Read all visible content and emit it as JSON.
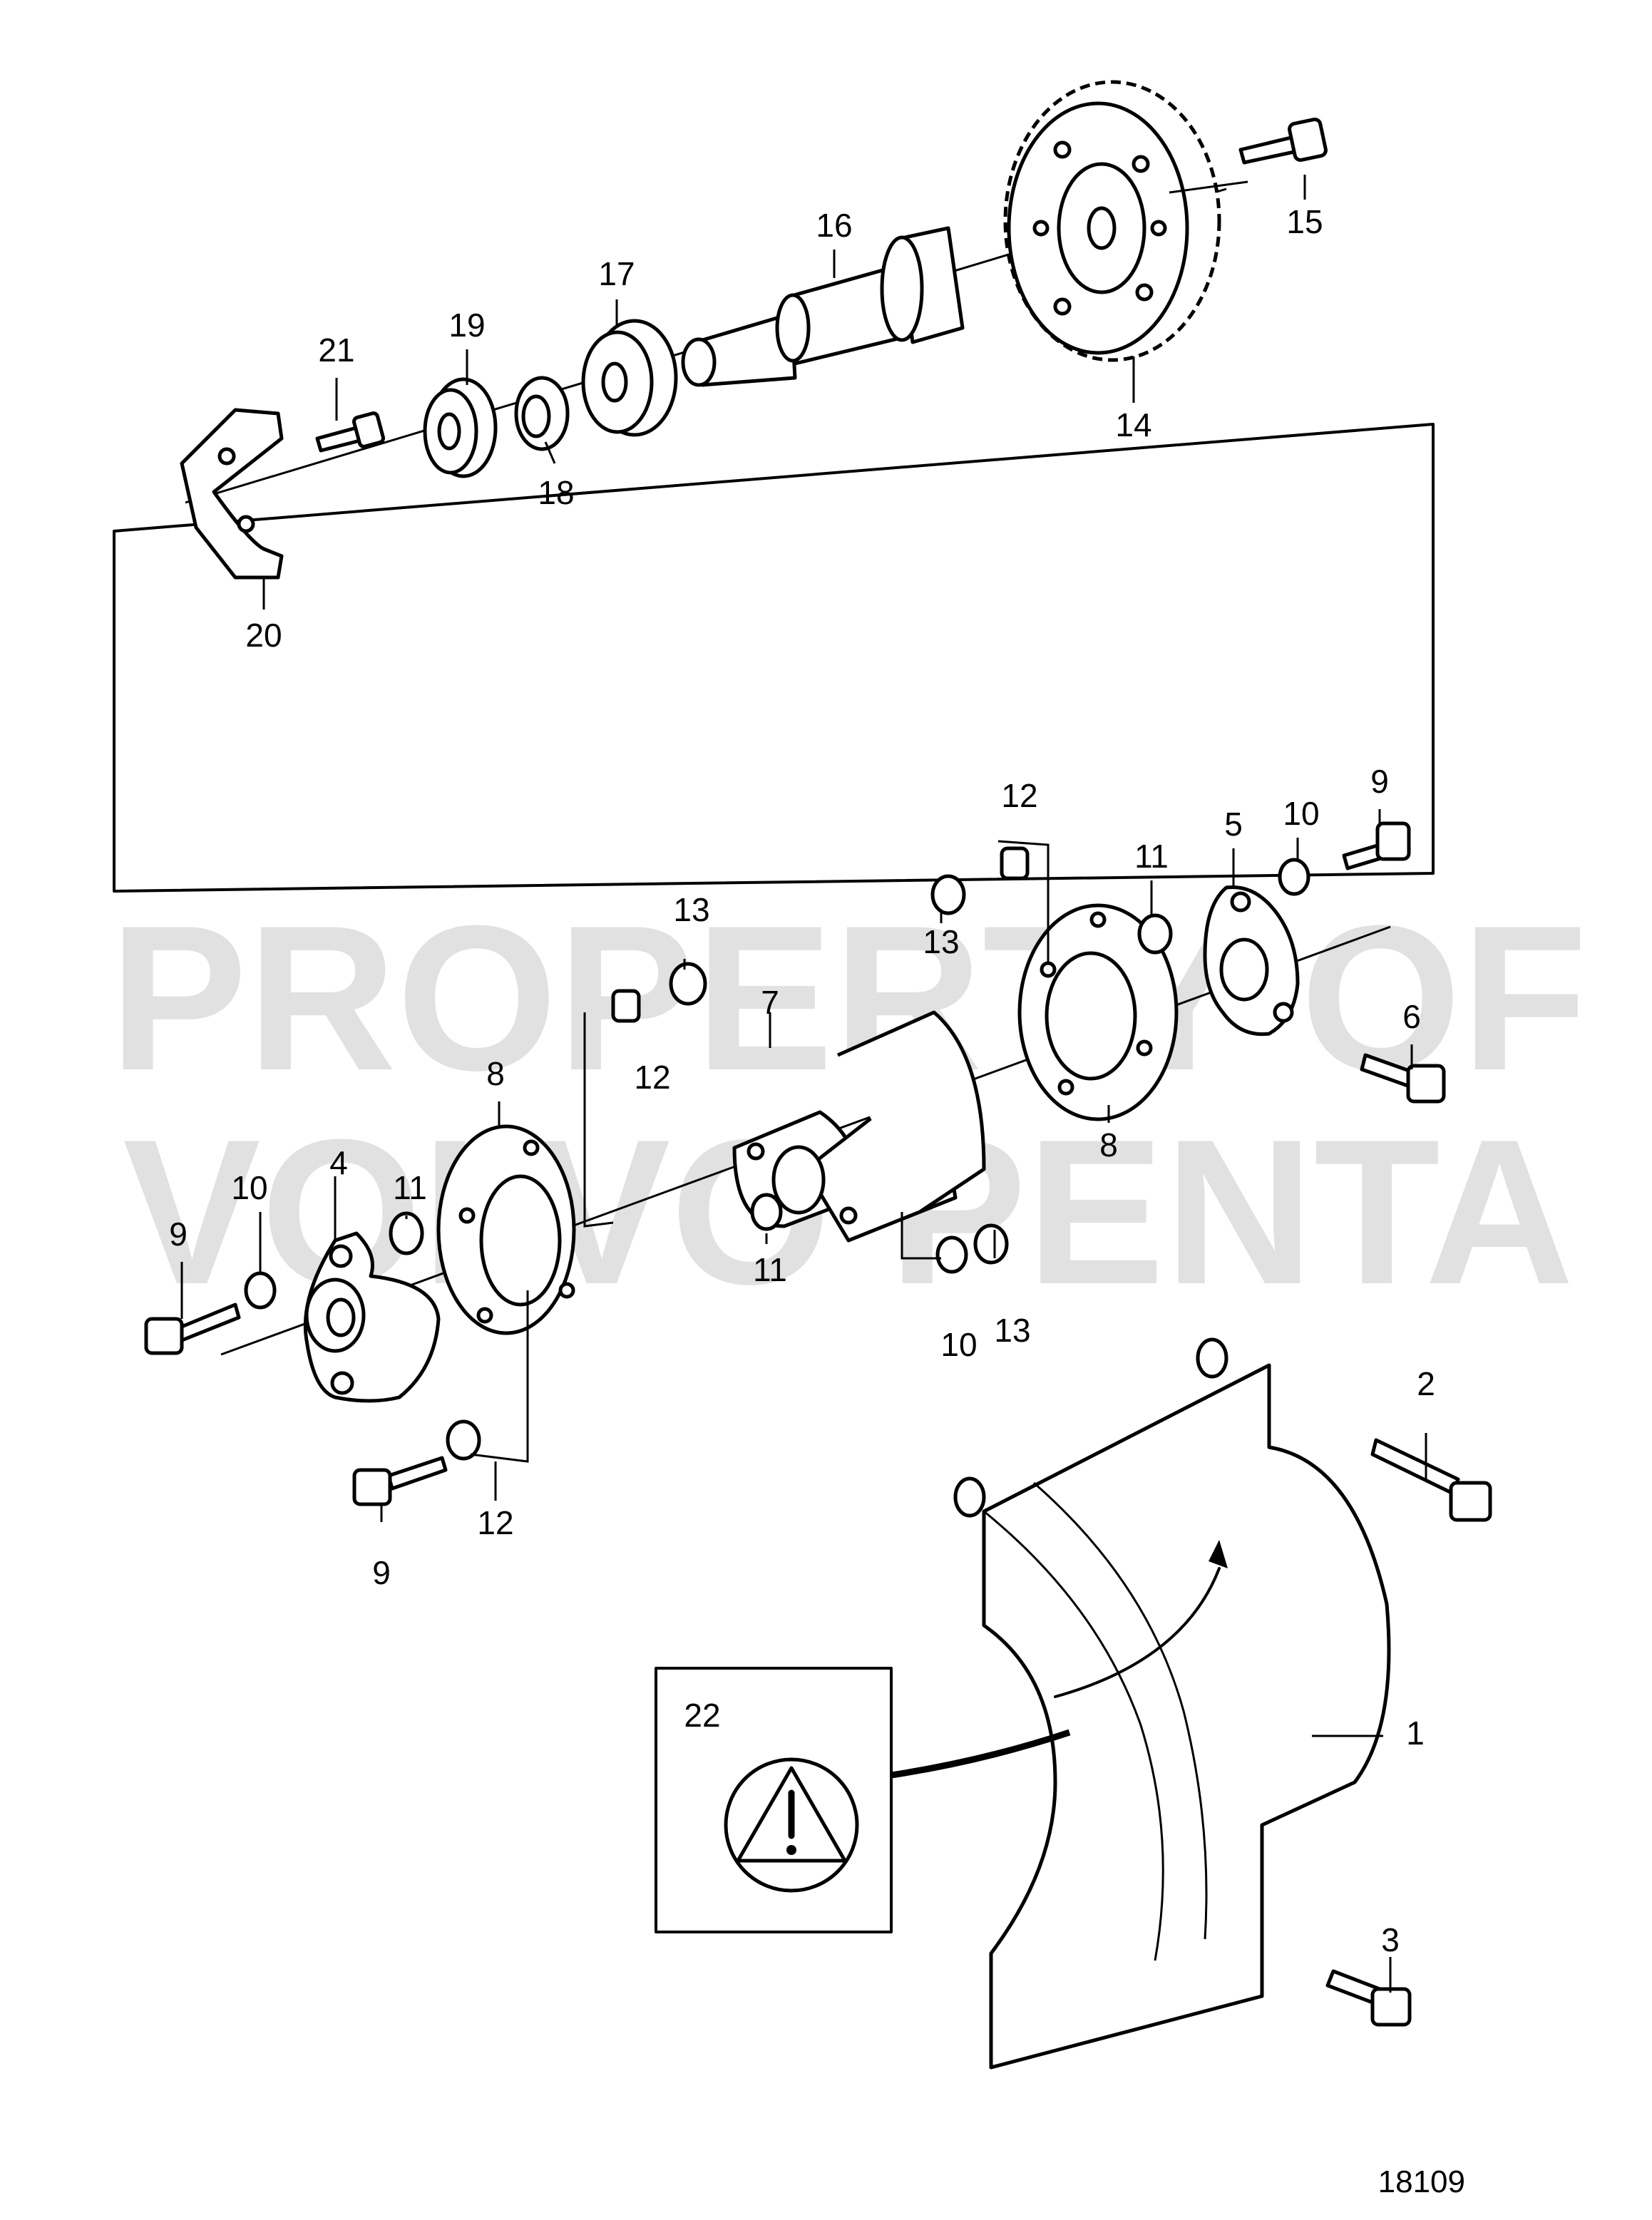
{
  "watermark": {
    "line1": "PROPERTY OF",
    "line2": "VOLVO PENTA"
  },
  "drawing_number": "18109",
  "labels": {
    "p1": "1",
    "p2": "2",
    "p3": "3",
    "p4": "4",
    "p5": "5",
    "p6": "6",
    "p7": "7",
    "p8a": "8",
    "p8b": "8",
    "p9a": "9",
    "p9b": "9",
    "p9c": "9",
    "p10a": "10",
    "p10b": "10",
    "p10c": "10",
    "p11a": "11",
    "p11b": "11",
    "p11c": "11",
    "p12a": "12",
    "p12b": "12",
    "p12c": "12",
    "p13a": "13",
    "p13b": "13",
    "p13c": "13",
    "p14": "14",
    "p15": "15",
    "p16": "16",
    "p17": "17",
    "p18": "18",
    "p19": "19",
    "p20": "20",
    "p21": "21",
    "p22": "22"
  },
  "warning_symbol": "warning-triangle-icon"
}
